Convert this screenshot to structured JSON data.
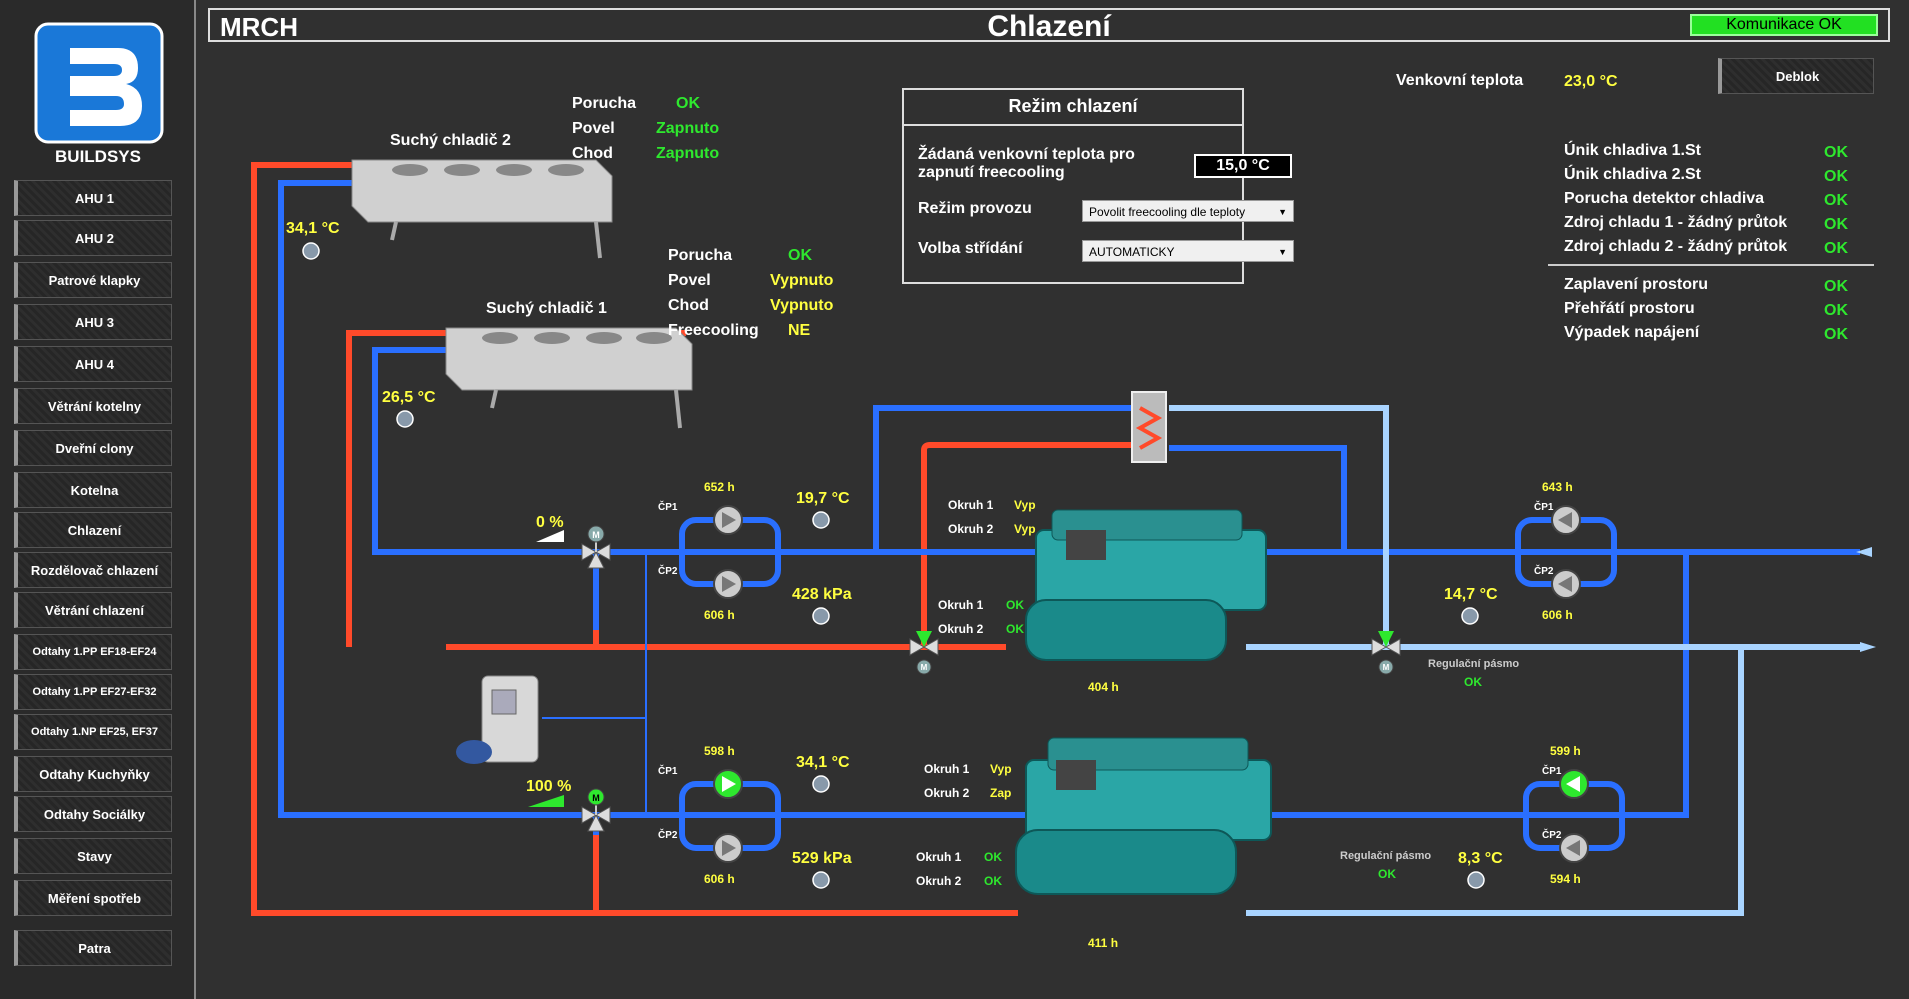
{
  "logo": {
    "text": "BUILDSYS"
  },
  "sidebar": {
    "items": [
      {
        "label": "AHU 1"
      },
      {
        "label": "AHU 2"
      },
      {
        "label": "Patrové klapky"
      },
      {
        "label": "AHU 3"
      },
      {
        "label": "AHU 4"
      },
      {
        "label": "Větrání kotelny"
      },
      {
        "label": "Dveřní clony"
      },
      {
        "label": "Kotelna"
      },
      {
        "label": "Chlazení"
      },
      {
        "label": "Rozdělovač chlazení"
      },
      {
        "label": "Větrání chlazení"
      },
      {
        "label": "Odtahy 1.PP EF18-EF24"
      },
      {
        "label": "Odtahy 1.PP EF27-EF32"
      },
      {
        "label": "Odtahy 1.NP EF25, EF37"
      },
      {
        "label": "Odtahy Kuchyňky"
      },
      {
        "label": "Odtahy Sociálky"
      },
      {
        "label": "Stavy"
      },
      {
        "label": "Měření spotřeb"
      },
      {
        "label": "Patra"
      }
    ]
  },
  "header": {
    "code": "MRCH",
    "title": "Chlazení",
    "comm_status": "Komunikace OK"
  },
  "outdoor": {
    "label": "Venkovní teplota",
    "value": "23,0 °C"
  },
  "deblok": {
    "label": "Deblok"
  },
  "regime": {
    "title": "Režim chlazení",
    "setpoint_label_1": "Žádaná venkovní teplota pro",
    "setpoint_label_2": "zapnutí freecooling",
    "setpoint_value": "15,0 °C",
    "mode_label": "Režim provozu",
    "mode_value": "Povolit freecooling dle teploty",
    "alt_label": "Volba střídání",
    "alt_value": "AUTOMATICKY"
  },
  "alarms": {
    "group1": [
      {
        "label": "Únik chladiva 1.St",
        "value": "OK"
      },
      {
        "label": "Únik chladiva 2.St",
        "value": "OK"
      },
      {
        "label": "Porucha detektor chladiva",
        "value": "OK"
      },
      {
        "label": "Zdroj chladu 1 - žádný průtok",
        "value": "OK"
      },
      {
        "label": "Zdroj chladu 2 - žádný průtok",
        "value": "OK"
      }
    ],
    "group2": [
      {
        "label": "Zaplavení prostoru",
        "value": "OK"
      },
      {
        "label": "Přehřátí prostoru",
        "value": "OK"
      },
      {
        "label": "Výpadek napájení",
        "value": "OK"
      }
    ]
  },
  "drycooler2": {
    "name": "Suchý chladič 2",
    "fault_label": "Porucha",
    "fault": "OK",
    "cmd_label": "Povel",
    "cmd": "Zapnuto",
    "run_label": "Chod",
    "run": "Zapnuto",
    "temp": "34,1 °C"
  },
  "drycooler1": {
    "name": "Suchý chladič 1",
    "fault_label": "Porucha",
    "fault": "OK",
    "cmd_label": "Povel",
    "cmd": "Vypnuto",
    "run_label": "Chod",
    "run": "Vypnuto",
    "fc_label": "Freecooling",
    "fc": "NE",
    "temp": "26,5 °C"
  },
  "valve1": {
    "pos": "0 %"
  },
  "valve2": {
    "pos": "100 %"
  },
  "chiller1": {
    "pump_cp1_hours": "652 h",
    "pump_cp2_hours": "606 h",
    "pump_cp1": "ČP1",
    "pump_cp2": "ČP2",
    "temp": "19,7 °C",
    "pressure": "428 kPa",
    "circ1_label": "Okruh 1",
    "circ1_state": "Vyp",
    "circ2_label": "Okruh 2",
    "circ2_state": "Vyp",
    "circ1_fault": "OK",
    "circ2_fault": "OK",
    "hours": "404 h"
  },
  "chiller2": {
    "pump_cp1_hours": "598 h",
    "pump_cp2_hours": "606 h",
    "pump_cp1": "ČP1",
    "pump_cp2": "ČP2",
    "temp": "34,1 °C",
    "pressure": "529 kPa",
    "circ1_label": "Okruh 1",
    "circ1_state": "Vyp",
    "circ2_label": "Okruh 2",
    "circ2_state": "Zap",
    "circ1_fault": "OK",
    "circ2_fault": "OK",
    "hours": "411 h"
  },
  "secondary1": {
    "cp1_hours": "643 h",
    "cp2_hours": "606 h",
    "cp1": "ČP1",
    "cp2": "ČP2",
    "temp": "14,7 °C",
    "band_label": "Regulační pásmo",
    "band": "OK"
  },
  "secondary2": {
    "cp1_hours": "599 h",
    "cp2_hours": "594 h",
    "cp1": "ČP1",
    "cp2": "ČP2",
    "temp": "8,3 °C",
    "band_label": "Regulační pásmo",
    "band": "OK"
  },
  "colors": {
    "supply": "#ff4a2a",
    "return": "#2a6fff",
    "light_blue": "#a9d4ff",
    "ok": "#2ee82e",
    "value": "#ffff40"
  }
}
